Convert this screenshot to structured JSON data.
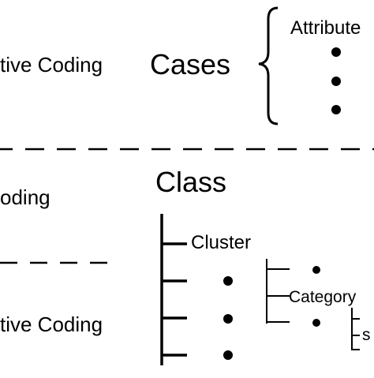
{
  "left_panel": {
    "top_label": "tive Coding",
    "middle_label": "oding",
    "bottom_label": "tive Coding"
  },
  "cases_group": {
    "title": "Cases",
    "attribute_label": "Attribute",
    "bullet_count": 3
  },
  "class_tree": {
    "title": "Class",
    "cluster_label": "Cluster",
    "category_label": "Category",
    "cut_label": "s"
  },
  "colors": {
    "ink": "#000000",
    "background": "#ffffff"
  }
}
